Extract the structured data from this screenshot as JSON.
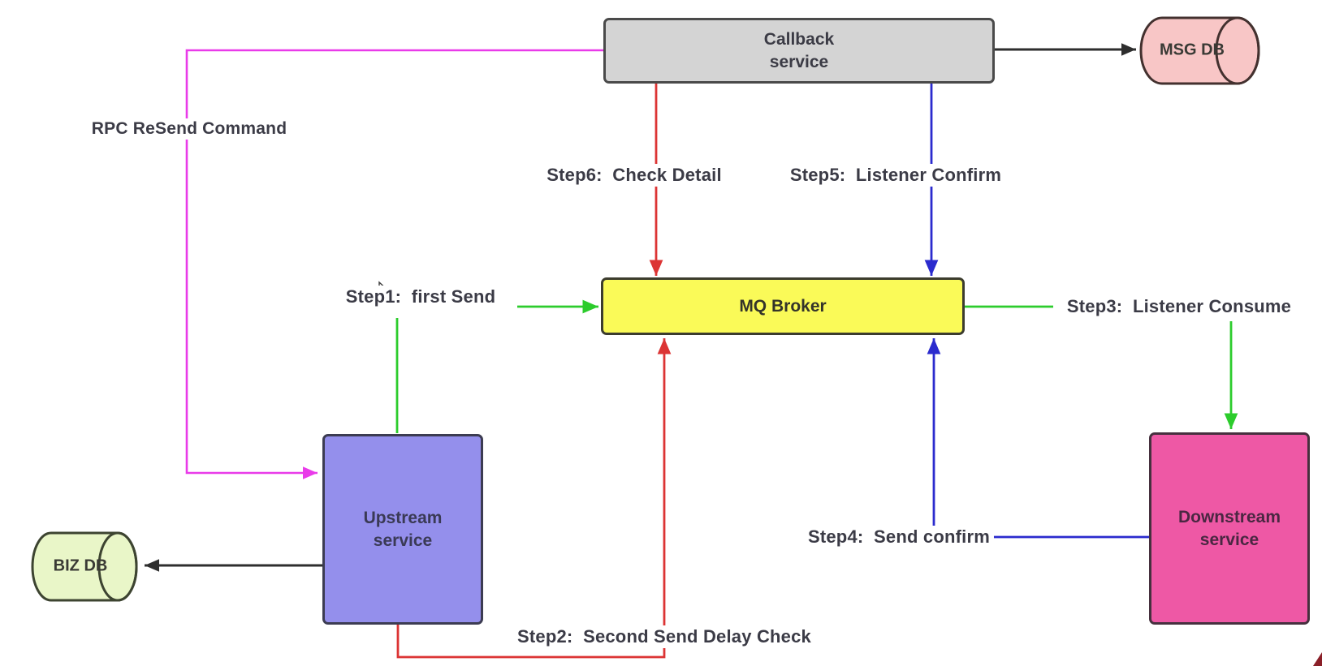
{
  "diagram": {
    "nodes": {
      "callback_service": {
        "line1": "Callback",
        "line2": "service",
        "fill": "#d4d4d4"
      },
      "msg_db": {
        "label": "MSG DB",
        "fill": "#f8c6c6"
      },
      "mq_broker": {
        "label": "MQ Broker",
        "fill": "#fafa58"
      },
      "upstream_service": {
        "line1": "Upstream",
        "line2": "service",
        "fill": "#948fec"
      },
      "downstream_service": {
        "line1": "Downstream",
        "line2": "service",
        "fill": "#ee58a5"
      },
      "biz_db": {
        "label": "BIZ DB",
        "fill": "#e9f6c8"
      }
    },
    "labels": {
      "rpc_resend": "RPC ReSend Command",
      "step1": "Step1:  first Send",
      "step2": "Step2:  Second Send Delay Check",
      "step3": "Step3:  Listener Consume",
      "step4": "Step4:  Send confirm",
      "step5": "Step5:  Listener Confirm",
      "step6": "Step6:  Check Detail"
    },
    "edge_colors": {
      "green_send": "#2ccc2c",
      "red_check": "#dc3434",
      "blue_confirm": "#2b2bce",
      "magenta_rpc": "#e93be9",
      "black_db": "#2e2e2e"
    }
  }
}
